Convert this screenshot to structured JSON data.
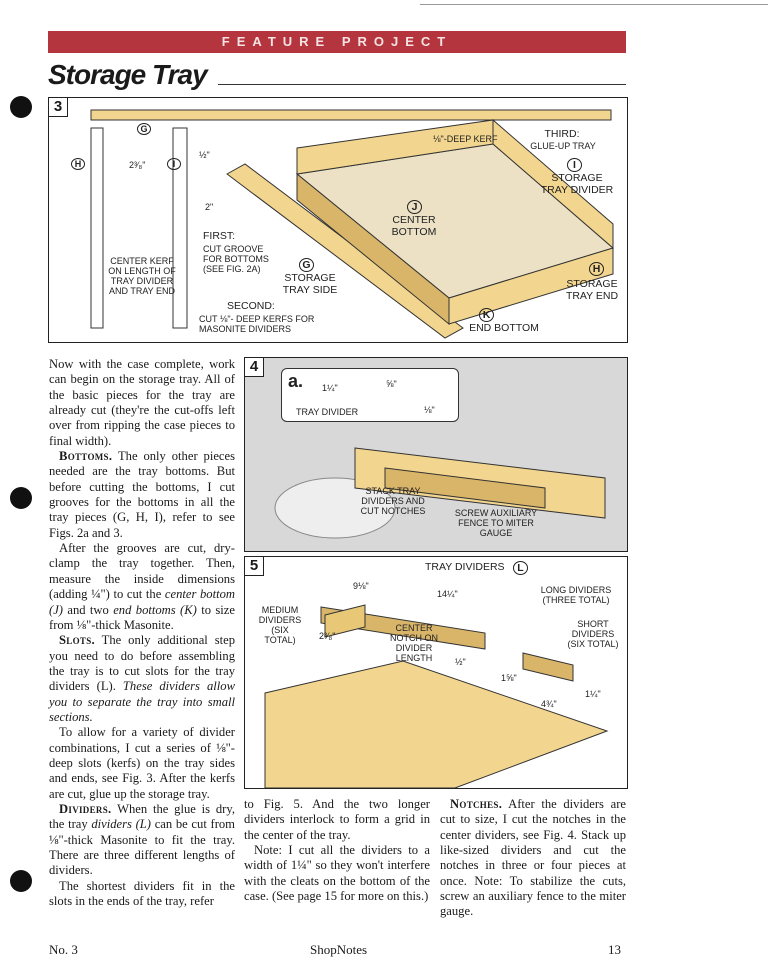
{
  "header": {
    "banner": "FEATURE PROJECT",
    "title": "Storage Tray"
  },
  "fig3": {
    "number": "3",
    "label_g_top": "G",
    "label_h_left": "H",
    "label_i_left": "I",
    "dim_2_3_8": "2³⁄₈\"",
    "dim_1_2": "½\"",
    "dim_2": "2\"",
    "kerf_label": "⅛\"-DEEP KERF",
    "third_label": "THIRD:",
    "glueup_label": "GLUE-UP TRAY",
    "i_label": "I",
    "storage_tray_divider": "STORAGE TRAY DIVIDER",
    "j_label": "J",
    "center_bottom": "CENTER BOTTOM",
    "first_title": "FIRST:",
    "first_body": "CUT GROOVE FOR BOTTOMS (SEE FIG. 2a)",
    "center_kerf": "CENTER KERF ON LENGTH OF TRAY DIVIDER AND TRAY END",
    "g_label": "G",
    "storage_tray_side": "STORAGE TRAY SIDE",
    "second_title": "SECOND:",
    "second_body": "CUT ⅛\"- DEEP KERFS FOR MASONITE DIVIDERS",
    "h_label": "H",
    "storage_tray_end": "STORAGE TRAY END",
    "k_label": "K",
    "end_bottom": "END BOTTOM"
  },
  "fig4": {
    "number": "4",
    "inset_letter": "a.",
    "dim_1_1_4": "1¼\"",
    "dim_5_8": "⅝\"",
    "dim_1_8": "⅛\"",
    "tray_divider": "TRAY DIVIDER",
    "stack_label": "STACK TRAY DIVIDERS AND CUT NOTCHES",
    "screw_label": "SCREW AUXILIARY FENCE TO MITER GAUGE"
  },
  "fig5": {
    "number": "5",
    "title": "TRAY DIVIDERS",
    "title_letter": "L",
    "dim_9_1_8": "9⅛\"",
    "dim_14_1_4": "14¼\"",
    "long_dividers": "LONG DIVIDERS (THREE TOTAL)",
    "medium_dividers": "MEDIUM DIVIDERS (SIX TOTAL)",
    "dim_2_3_8": "2³⁄₈\"",
    "center_notch": "CENTER NOTCH ON DIVIDER LENGTH",
    "short_dividers": "SHORT DIVIDERS (SIX TOTAL)",
    "dim_1_2": "½\"",
    "dim_1_5_8": "1⅝\"",
    "dim_1_1_4": "1¼\"",
    "dim_4_3_4": "4¾\""
  },
  "col1": {
    "p1": "Now with the case complete, work can begin on the storage tray. All of the basic pieces for the tray are already cut (they're the cut-offs left over from ripping the case pieces to final width).",
    "h_bottoms": "Bottoms.",
    "p2": "The only other pieces needed are the tray bottoms. But before cutting the bottoms, I cut grooves for the bottoms in all the tray pieces (G, H, I), refer to see Figs. 2a and 3.",
    "p3a": "After the grooves are cut, dry-clamp the tray together. Then, measure the inside dimensions (adding ¼\") to cut the ",
    "p3_center": "center bottom (J)",
    "p3b": " and two ",
    "p3_end": "end bottoms (K)",
    "p3c": " to size from ⅛\"-thick Masonite.",
    "h_slots": "Slots.",
    "p4a": "The only additional step you need to do before assembling the tray is to cut slots for the tray dividers (L). ",
    "p4_italic": "These dividers allow you to separate the tray into small sections.",
    "p5": "To allow for a variety of divider combinations, I cut a series of ⅛\"-deep slots (kerfs) on the tray sides and ends, see Fig. 3. After the kerfs are cut, glue up the storage tray.",
    "h_dividers": "Dividers.",
    "p6a": "When the glue is dry, the tray ",
    "p6_italic": "dividers (L)",
    "p6b": " can be cut from ⅛\"-thick Masonite to fit the tray. There are three different lengths of dividers.",
    "p7": "The shortest dividers fit in the slots in the ends of the tray, refer"
  },
  "col2": {
    "p1": "to Fig. 5. And the two longer dividers interlock to form a grid in the center of the tray.",
    "p2": "Note: I cut all the dividers to a width of 1¼\" so they won't interfere with the cleats on the bottom of the case. (See page 15 for more on this.)"
  },
  "col3": {
    "h_notches": "Notches.",
    "p1": "After the dividers are cut to size, I cut the notches in the center dividers, see Fig. 4. Stack up like-sized dividers and cut the notches in three or four pieces at once. Note: To stabilize the cuts, screw an auxiliary fence to the miter gauge."
  },
  "footer": {
    "issue": "No. 3",
    "publication": "ShopNotes",
    "page": "13"
  },
  "colors": {
    "banner": "#b5353f",
    "wood": "#f2d58e",
    "wood_dark": "#d9b56a",
    "saw_table": "#d8d8d8"
  }
}
